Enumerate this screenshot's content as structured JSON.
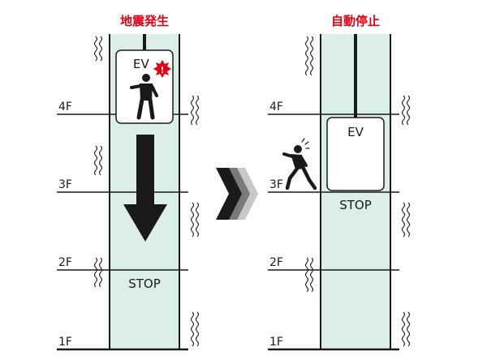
{
  "left_panel": {
    "title": "地震発生",
    "car_label": "EV",
    "alert_symbol": "!",
    "stop_label": "STOP",
    "floors": [
      "4F",
      "3F",
      "2F",
      "1F"
    ]
  },
  "right_panel": {
    "title": "自動停止",
    "car_label": "EV",
    "stop_label": "STOP",
    "floors": [
      "4F",
      "3F",
      "2F",
      "1F"
    ]
  },
  "colors": {
    "title_red": "#e60012",
    "shaft_fill": "#dcefe6",
    "line_black": "#1a1a1a",
    "alert_red": "#e60012"
  },
  "icons": {
    "transition": "triple-chevron-right-icon",
    "person": "person-standing-icon",
    "running_person": "person-running-icon",
    "quake": "earthquake-wave-icon"
  }
}
